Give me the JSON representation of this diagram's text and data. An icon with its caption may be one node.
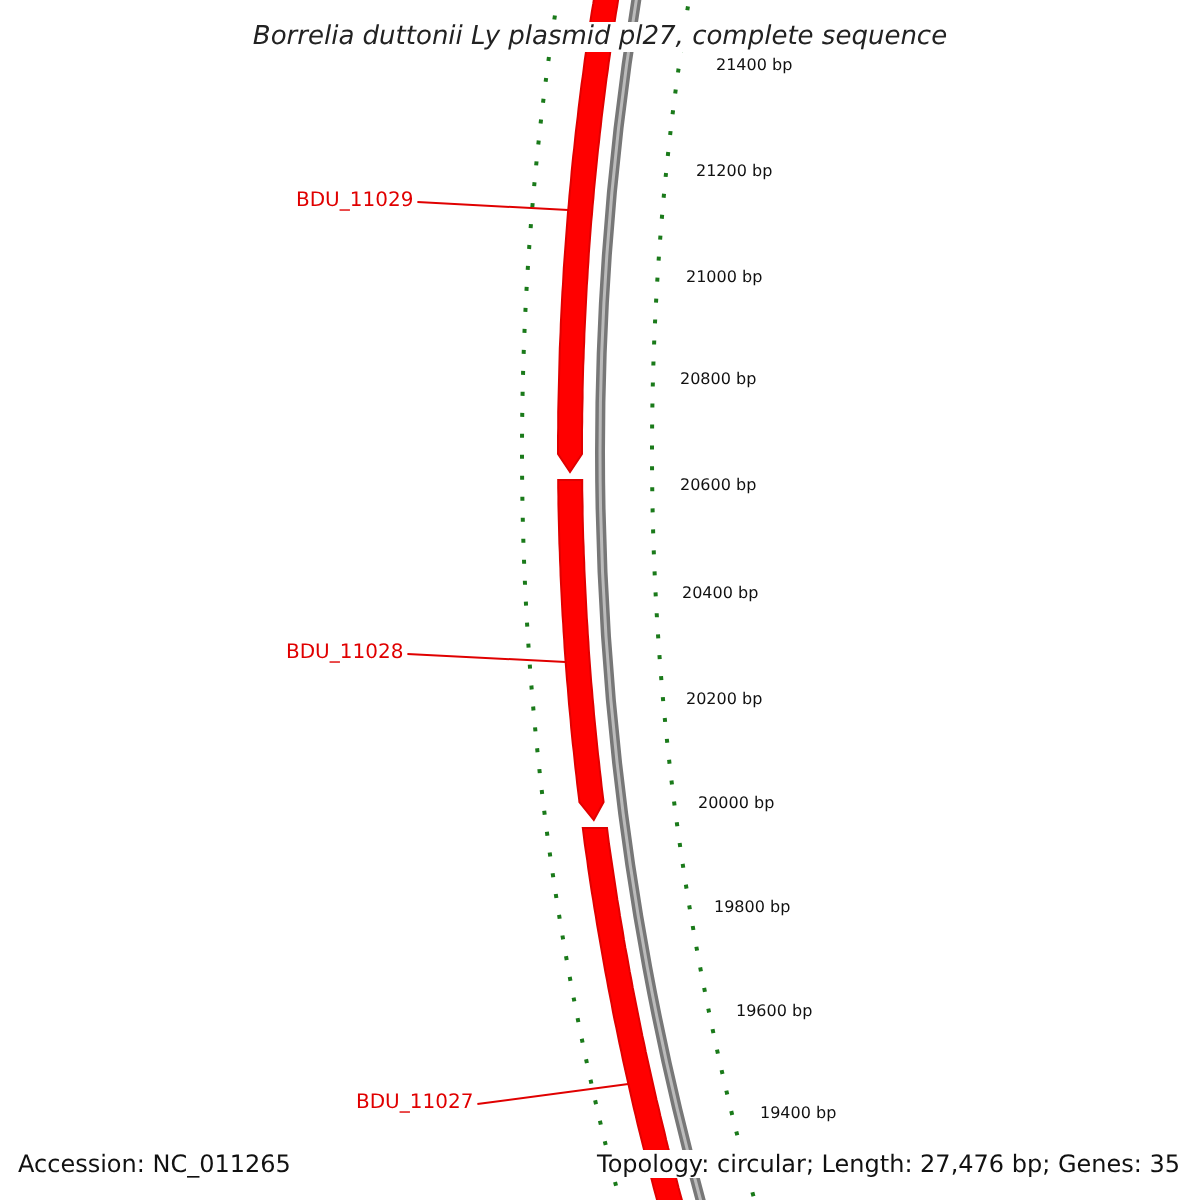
{
  "diagram": {
    "title": "Borrelia duttonii Ly plasmid pl27, complete sequence",
    "nodes": [
      {
        "text": [
          "BDU_11029"
        ]
      },
      {
        "text": [],
        "shape": "arrow"
      },
      {
        "text": [
          "BDU_11028"
        ]
      },
      {
        "text": [],
        "shape": "arrow"
      },
      {
        "text": [
          "BDU_11027"
        ]
      },
      {
        "text": [],
        "shape": "arrow"
      }
    ],
    "edges": [
      {
        "from": 0,
        "to": 1,
        "arrow": "none"
      },
      {
        "from": 2,
        "to": 3,
        "arrow": "none"
      },
      {
        "from": 4,
        "to": 5,
        "arrow": "none"
      }
    ],
    "labels": [
      "21400 bp",
      "21200 bp",
      "21000 bp",
      "20800 bp",
      "20600 bp",
      "20400 bp",
      "20200 bp",
      "20000 bp",
      "19800 bp",
      "19600 bp",
      "19400 bp",
      "Accession: NC_011265",
      "Topology: circular; Length: 27,476 bp; Genes: 35"
    ]
  }
}
